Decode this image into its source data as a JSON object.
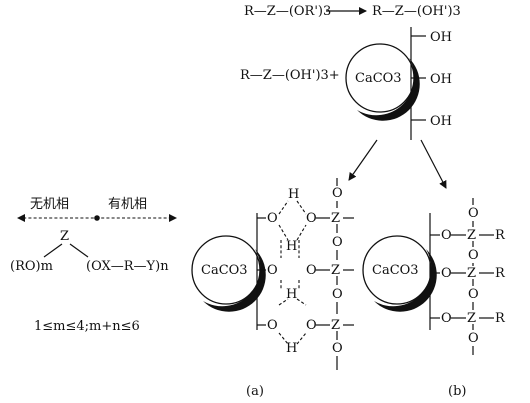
{
  "top": {
    "reaction_left": "R—Z—(OR')3",
    "reaction_right": "R—Z—(OH')3",
    "hydrolyzed": "R—Z—(OH')3+",
    "caco3": "CaCO3",
    "oh": "OH"
  },
  "left": {
    "inorganic": "无机相",
    "organic": "有机相",
    "z": "Z",
    "ro": "(RO)m",
    "ox": "(OX—R—Y)n",
    "constraint": "1≤m≤4;m+n≤6"
  },
  "panel_a": {
    "caco3": "CaCO3",
    "o": "O",
    "h": "H",
    "z": "Z",
    "label": "(a)"
  },
  "panel_b": {
    "caco3": "CaCO3",
    "o": "O",
    "z": "Z",
    "r": "R",
    "label": "(b)"
  }
}
